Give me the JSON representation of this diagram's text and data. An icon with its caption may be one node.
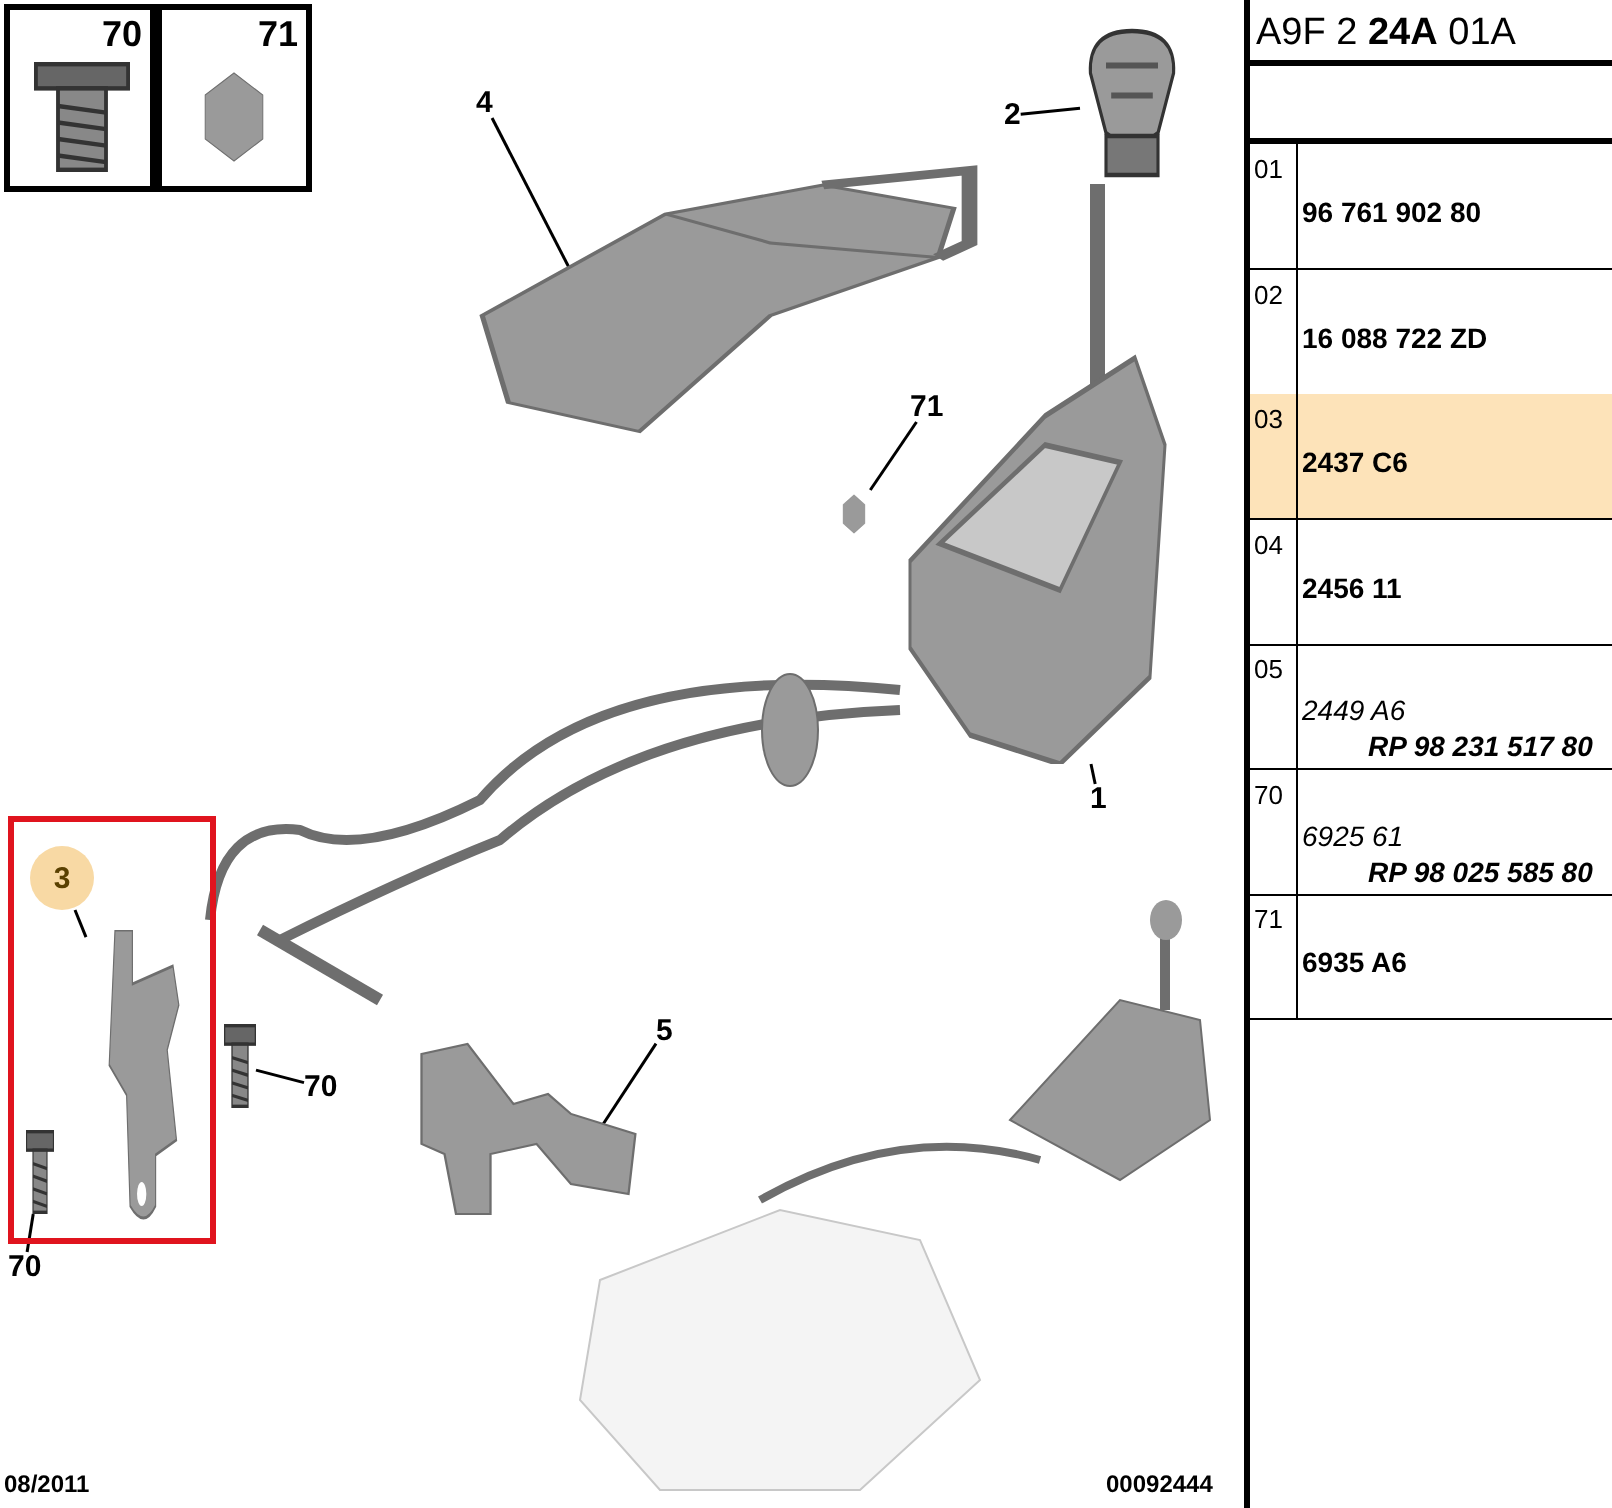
{
  "diagram": {
    "nodes": [
      {
        "text": [
          "70"
        ]
      },
      {
        "text": [
          "71"
        ]
      },
      {
        "text": [
          "4"
        ]
      },
      {
        "text": [],
        "shape": "picture"
      },
      {
        "text": [
          "2"
        ]
      },
      {
        "text": [],
        "shape": "picture"
      },
      {
        "text": [
          "71"
        ]
      },
      {
        "text": [],
        "shape": "picture"
      },
      {
        "text": [
          "1"
        ]
      },
      {
        "text": [],
        "shape": "picture"
      },
      {
        "text": [],
        "shape": "box"
      },
      {
        "text": [
          "3"
        ],
        "in": 10
      },
      {
        "text": [],
        "shape": "picture",
        "in": 10
      },
      {
        "text": [
          "70"
        ]
      },
      {
        "text": [],
        "shape": "picture"
      },
      {
        "text": [
          "5"
        ]
      },
      {
        "text": [],
        "shape": "picture"
      },
      {
        "text": [
          "70"
        ]
      },
      {
        "text": [],
        "shape": "picture",
        "in": 10
      }
    ],
    "edges": [
      {
        "from": 2,
        "to": 3,
        "arrow": "none"
      },
      {
        "from": 4,
        "to": 5,
        "arrow": "none"
      },
      {
        "from": 6,
        "to": 7,
        "arrow": "none"
      },
      {
        "from": 8,
        "to": 9,
        "arrow": "none"
      },
      {
        "from": 11,
        "to": 12,
        "arrow": "none"
      },
      {
        "from": 13,
        "to": 14,
        "arrow": "none"
      },
      {
        "from": 15,
        "to": 16,
        "arrow": "none"
      },
      {
        "from": 17,
        "to": 18,
        "arrow": "none"
      }
    ],
    "labels": [
      "A9F 2 **24A** 01A",
      "01",
      "96 761 902 80",
      "02",
      "16 088 722 ZD",
      "03",
      "2437 C6",
      "04",
      "2456 11",
      "05",
      "2449 A6",
      "RP 98 231 517 80",
      "70",
      "6925 61",
      "RP 98 025 585 80",
      "71",
      "6935 A6",
      "08/2011",
      "00092444"
    ]
  }
}
